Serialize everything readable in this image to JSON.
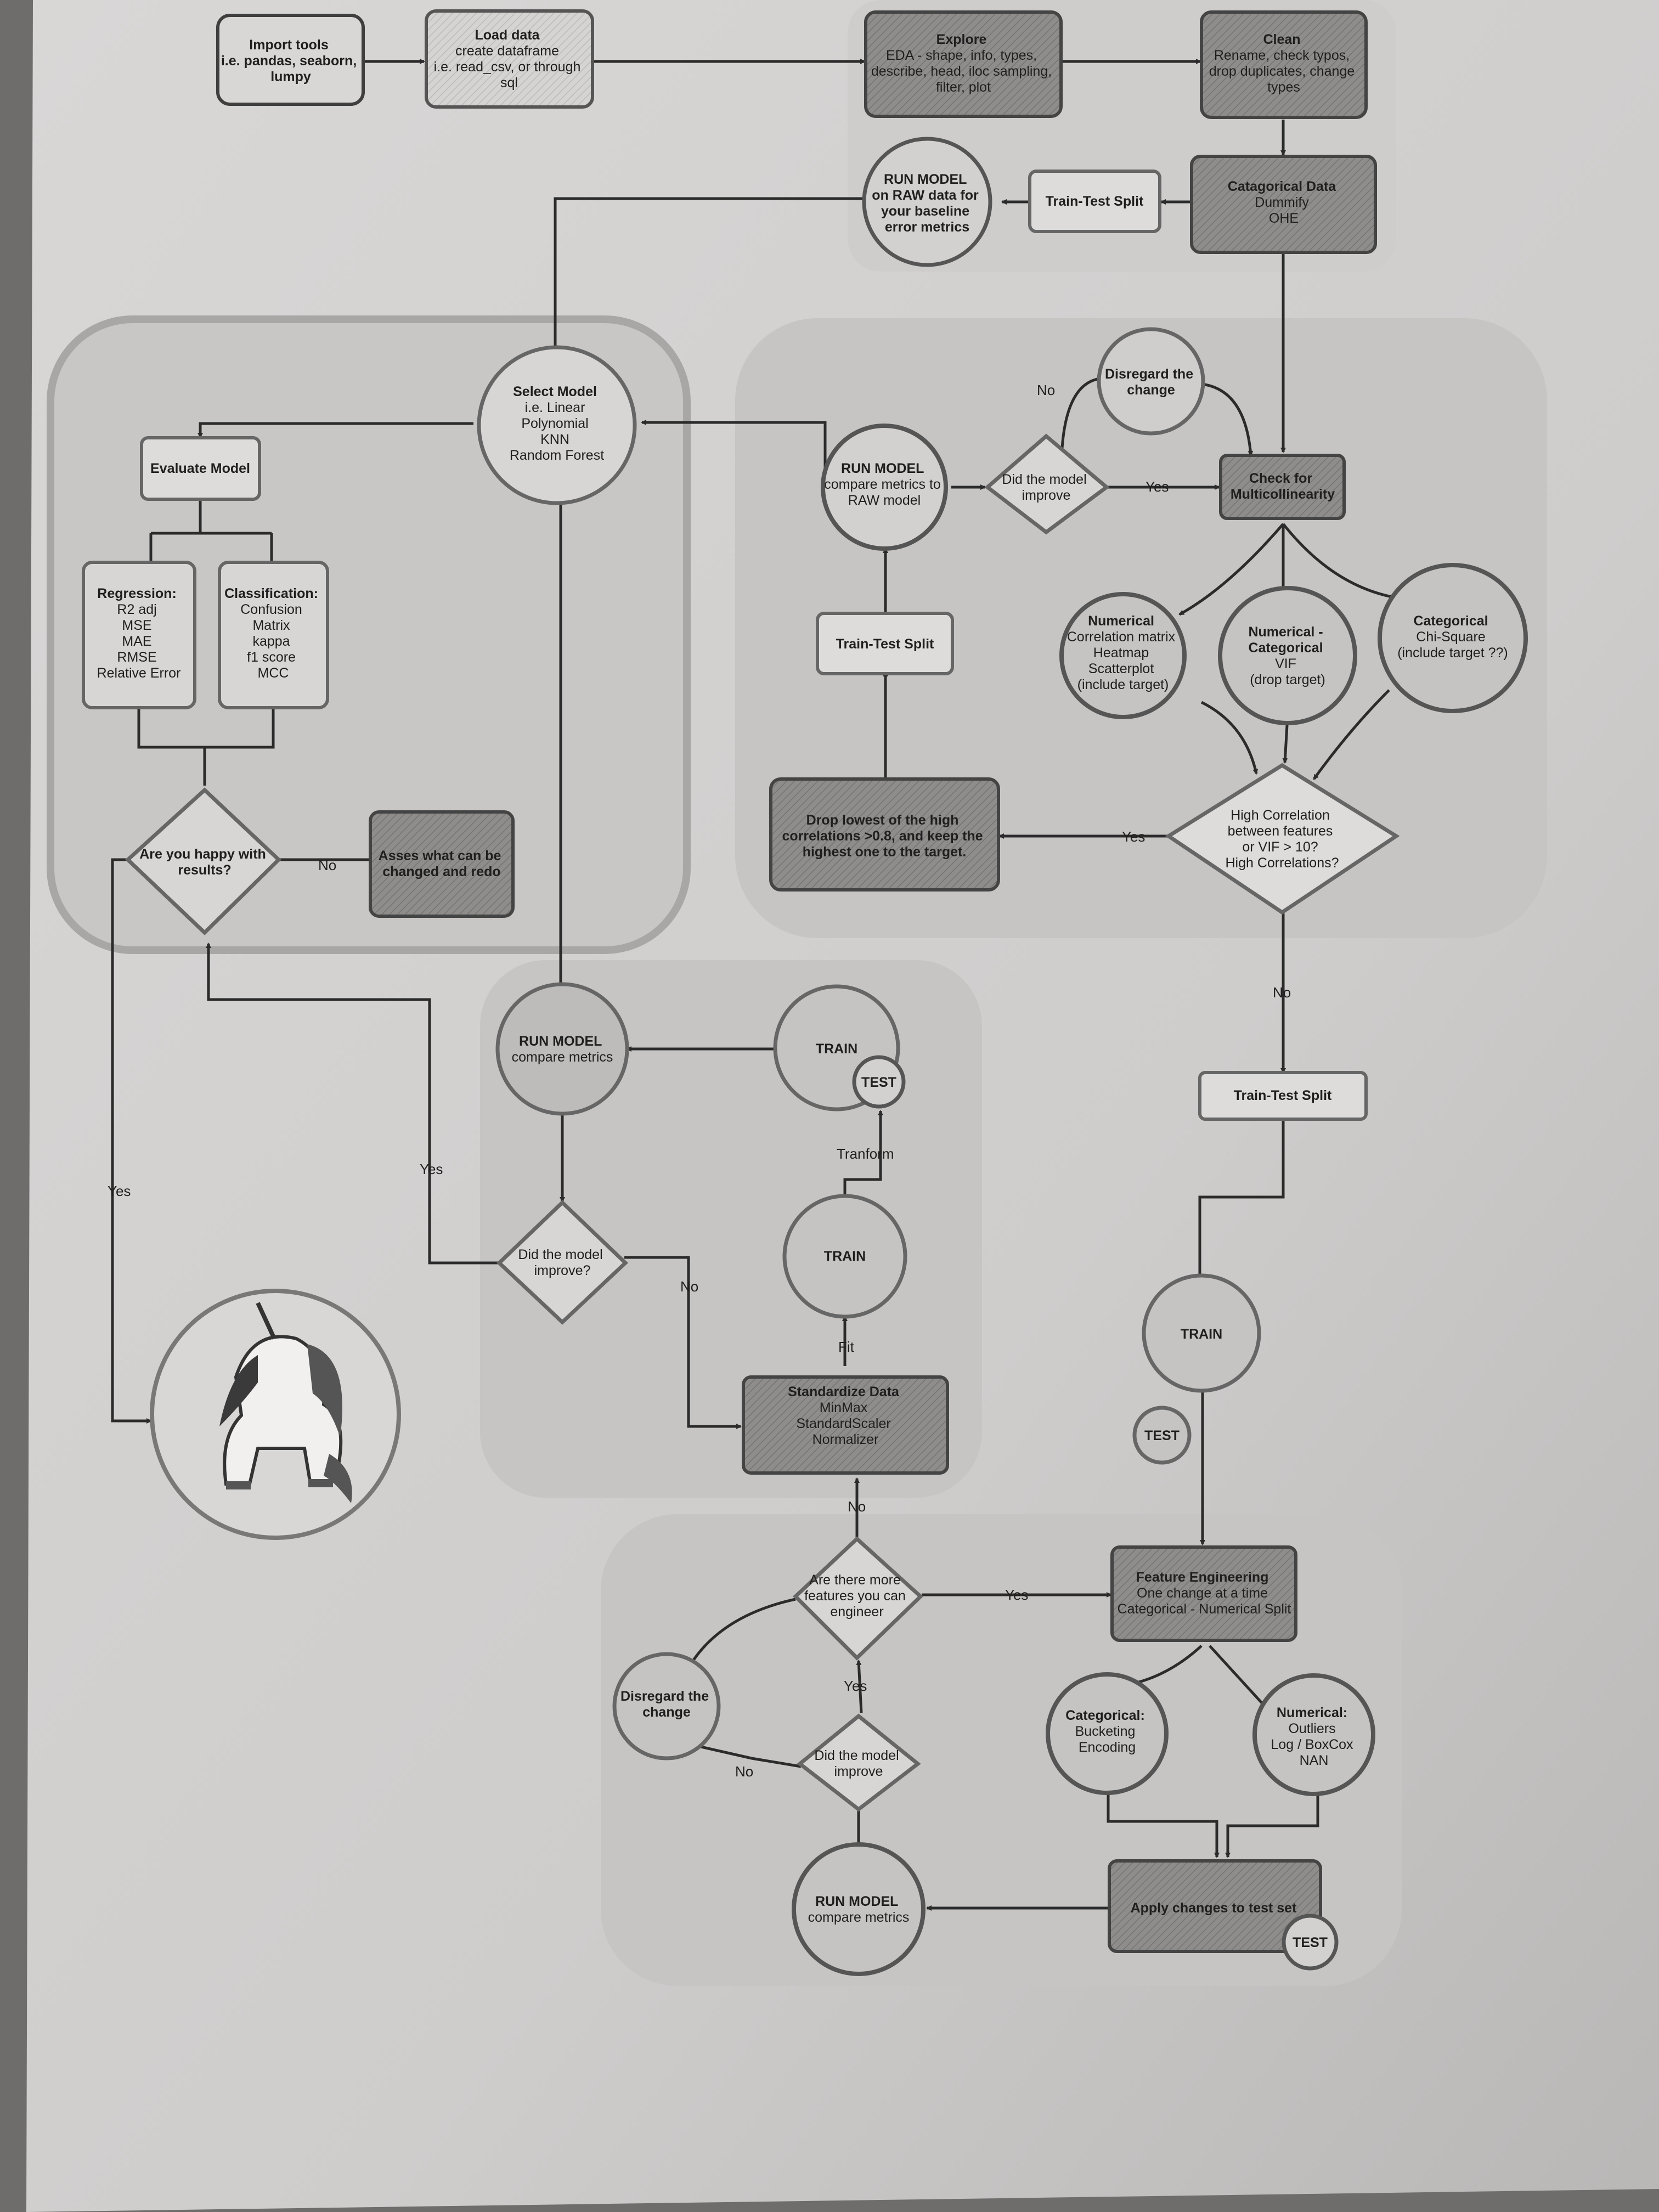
{
  "nodes": {
    "import_tools": [
      "Import tools",
      "i.e. pandas, seaborn,",
      "lumpy"
    ],
    "load_data": [
      "Load data",
      "create dataframe",
      "i.e. read_csv, or through",
      "sql"
    ],
    "explore": [
      "Explore",
      "EDA - shape, info, types,",
      "describe, head, iloc sampling,",
      "filter, plot"
    ],
    "clean": [
      "Clean",
      "Rename, check typos,",
      "drop duplicates, change",
      "types"
    ],
    "categorical_data": [
      "Catagorical Data",
      "Dummify",
      "OHE"
    ],
    "train_test_split_1": [
      "Train-Test Split"
    ],
    "run_model_raw": [
      "RUN MODEL",
      "on RAW data for",
      "your baseline",
      "error metrics"
    ],
    "select_model": [
      "Select Model",
      "i.e. Linear",
      "Polynomial",
      "KNN",
      "Random Forest"
    ],
    "evaluate_model": [
      "Evaluate Model"
    ],
    "regression": [
      "Regression:",
      "R2 adj",
      "MSE",
      "MAE",
      "RMSE",
      "Relative Error"
    ],
    "classification": [
      "Classification:",
      "Confusion",
      "Matrix",
      "kappa",
      "f1 score",
      "MCC"
    ],
    "happy_results": [
      "Are you happy with",
      "results?"
    ],
    "asses_change": [
      "Asses what can be",
      "changed and redo"
    ],
    "disregard_change_top": [
      "Disregard the",
      "change"
    ],
    "run_model_compare_raw": [
      "RUN MODEL",
      "compare metrics to",
      "RAW model"
    ],
    "did_improve_top": [
      "Did the model",
      "improve"
    ],
    "check_multicollinearity": [
      "Check for",
      "Multicollinearity"
    ],
    "train_test_split_2": [
      "Train-Test Split"
    ],
    "numerical_corr": [
      "Numerical",
      "Correlation matrix",
      "Heatmap",
      "Scatterplot",
      "(include target)"
    ],
    "numerical_categorical": [
      "Numerical -",
      "Categorical",
      "VIF",
      "(drop target)"
    ],
    "categorical_chi": [
      "Categorical",
      "Chi-Square",
      "(include target ??)"
    ],
    "drop_lowest": [
      "Drop  lowest of the high",
      "correlations >0.8, and keep the",
      "highest one to the target."
    ],
    "high_correlation": [
      "High Correlation",
      "between features",
      "or VIF > 10?",
      "High Correlations?"
    ],
    "run_model_compare_mid": [
      "RUN MODEL",
      "compare metrics"
    ],
    "train_top": [
      "TRAIN"
    ],
    "test_top": [
      "TEST"
    ],
    "train_mid": [
      "TRAIN"
    ],
    "did_improve_mid": [
      "Did the model",
      "improve?"
    ],
    "standardize": [
      "Standardize Data",
      "MinMax",
      "StandardScaler",
      "Normalizer"
    ],
    "train_test_split_3": [
      "Train-Test Split"
    ],
    "train_right": [
      "TRAIN"
    ],
    "test_right": [
      "TEST"
    ],
    "feature_engineering": [
      "Feature Engineering",
      "One change at a time",
      "Categorical - Numerical Split"
    ],
    "more_features": [
      "Are there more",
      "features you can",
      "engineer"
    ],
    "disregard_change_bottom": [
      "Disregard the",
      "change"
    ],
    "did_improve_bottom": [
      "Did the model",
      "improve"
    ],
    "categorical_bucket": [
      "Categorical:",
      "Bucketing",
      "Encoding"
    ],
    "numerical_outliers": [
      "Numerical:",
      "Outliers",
      "Log / BoxCox",
      "NAN"
    ],
    "apply_test": [
      "Apply changes to test set"
    ],
    "test_bottom": [
      "TEST"
    ],
    "run_model_bottom": [
      "RUN MODEL",
      "compare metrics"
    ]
  },
  "edge_labels": {
    "no_disregard_top": "No",
    "yes_multicollinearity": "Yes",
    "no_asses": "No",
    "yes_unicorn": "Yes",
    "yes_happy_mid": "Yes",
    "yes_drop": "Yes",
    "no_high_corr": "No",
    "no_mid": "No",
    "transform": "Tranform",
    "fit": "Fit",
    "no_standardize": "No",
    "yes_feature_eng": "Yes",
    "yes_more_features": "Yes",
    "no_disregard_bottom": "No"
  },
  "colors": {
    "paper": "#dbd9d8",
    "node_light": "#d3d1d0",
    "node_dark": "#8c8a89",
    "panel": "#c7c5c4",
    "border": "#4d4d4d"
  }
}
